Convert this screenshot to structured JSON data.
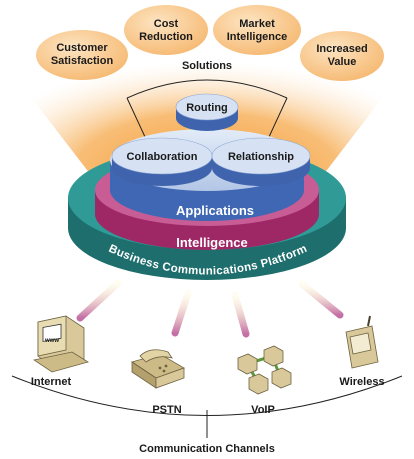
{
  "solutions": {
    "heading": "Solutions",
    "outcomes": [
      {
        "line1": "Customer",
        "line2": "Satisfaction"
      },
      {
        "line1": "Cost",
        "line2": "Reduction"
      },
      {
        "line1": "Market",
        "line2": "Intelligence"
      },
      {
        "line1": "Increased",
        "line2": "Value"
      }
    ],
    "modules": {
      "routing": "Routing",
      "collaboration": "Collaboration",
      "relationship": "Relationship"
    }
  },
  "layers": {
    "applications": "Applications",
    "intelligence": "Intelligence",
    "platform": "Business Communications Platform"
  },
  "channels": {
    "heading": "Communication Channels",
    "internet": "Internet",
    "internet_screen": "www",
    "pstn": "PSTN",
    "voip": "VoIP",
    "wireless": "Wireless"
  },
  "colors": {
    "glow": "#f7a23a",
    "bubble": "#f8c78c",
    "platform_top": "#2a8f8c",
    "platform_side": "#1d6e6c",
    "intelligence": "#b52f74",
    "applications": "#4165b4",
    "disc": "#c6d5ee",
    "ring": "#f5d23a",
    "channel_ray": "#c98fb6"
  }
}
